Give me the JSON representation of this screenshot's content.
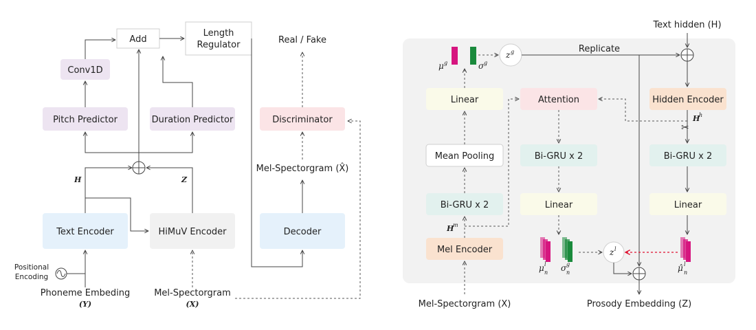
{
  "left": {
    "add": "Add",
    "length_regulator_1": "Length",
    "length_regulator_2": "Regulator",
    "real_fake": "Real / Fake",
    "conv1d": "Conv1D",
    "pitch_predictor": "Pitch Predictor",
    "duration_predictor": "Duration Predictor",
    "discriminator": "Discriminator",
    "mel_hat": "Mel-Spectorgram (X̂)",
    "H": "H",
    "Z": "Z",
    "text_encoder": "Text Encoder",
    "himuv_encoder": "HiMuV Encoder",
    "decoder": "Decoder",
    "positional_1": "Positional",
    "positional_2": "Encoding",
    "phoneme_1": "Phoneme Embeding",
    "phoneme_2": "(Y)",
    "mel_in_1": "Mel-Spectorgram",
    "mel_in_2": "(X)"
  },
  "right": {
    "text_hidden": "Text hidden (H)",
    "mu_g": "μ",
    "mu_g_sup": "g",
    "sigma_g": "σ",
    "sigma_g_sup": "g",
    "z_g": "z",
    "z_g_sup": "g",
    "replicate": "Replicate",
    "linear_left": "Linear",
    "attention": "Attention",
    "hidden_encoder": "Hidden Encoder",
    "H_h": "H",
    "H_h_sup": "h",
    "mean_pooling": "Mean Pooling",
    "bigru_left": "Bi-GRU x 2",
    "bigru_mid": "Bi-GRU x 2",
    "bigru_right": "Bi-GRU x 2",
    "linear_mid": "Linear",
    "linear_right": "Linear",
    "H_m": "H",
    "H_m_sup": "m",
    "mel_encoder": "Mel Encoder",
    "mu_n": "μ",
    "mu_n_sup": "l",
    "mu_n_sub": "n",
    "sigma_n": "σ",
    "sigma_n_sup": "g",
    "sigma_n_sub": "n",
    "z_l": "z",
    "z_l_sup": "l",
    "mu_hat": "μ̂",
    "mu_hat_sup": "l",
    "mu_hat_sub": "n",
    "mel_bottom": "Mel-Spectorgram (X)",
    "prosody": "Prosody Embedding (Z)"
  },
  "colors": {
    "purple_box": "#ede4f1",
    "blue_box": "#e5f1fb",
    "gray_box": "#f1f1f1",
    "pink_box": "#fbe4e6",
    "cream_box": "#fafae9",
    "green_box": "#e2f1ee",
    "orange_box": "#fae2cf",
    "panel_bg": "#f2f2f2",
    "magenta": "#d6157f",
    "green": "#1a8a3c",
    "red_arrow": "#e0102f"
  }
}
